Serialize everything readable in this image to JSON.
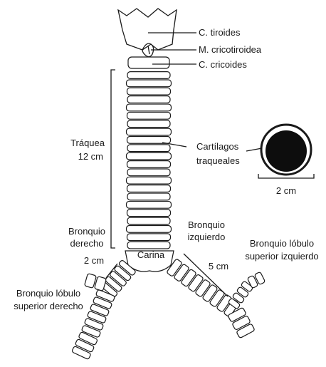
{
  "labels": {
    "thyroid": "C. tiroides",
    "cricothyroid": "M. cricotiroidea",
    "cricoid": "C. cricoides",
    "trachea_line1": "Tráquea",
    "trachea_line2": "12 cm",
    "cartilages_line1": "Cartílagos",
    "cartilages_line2": "traqueales",
    "cross_section_width": "2 cm",
    "right_bronchus_line1": "Bronquio",
    "right_bronchus_line2": "derecho",
    "left_bronchus_line1": "Bronquio",
    "left_bronchus_line2": "izquierdo",
    "carina": "Carina",
    "right_bronchus_length": "2 cm",
    "left_bronchus_length": "5 cm",
    "rul_bronchus_line1": "Bronquio lóbulo",
    "rul_bronchus_line2": "superior derecho",
    "lul_bronchus_line1": "Bronquio lóbulo",
    "lul_bronchus_line2": "superior izquierdo"
  },
  "anatomy": {
    "tracheal_ring_count": 22
  }
}
